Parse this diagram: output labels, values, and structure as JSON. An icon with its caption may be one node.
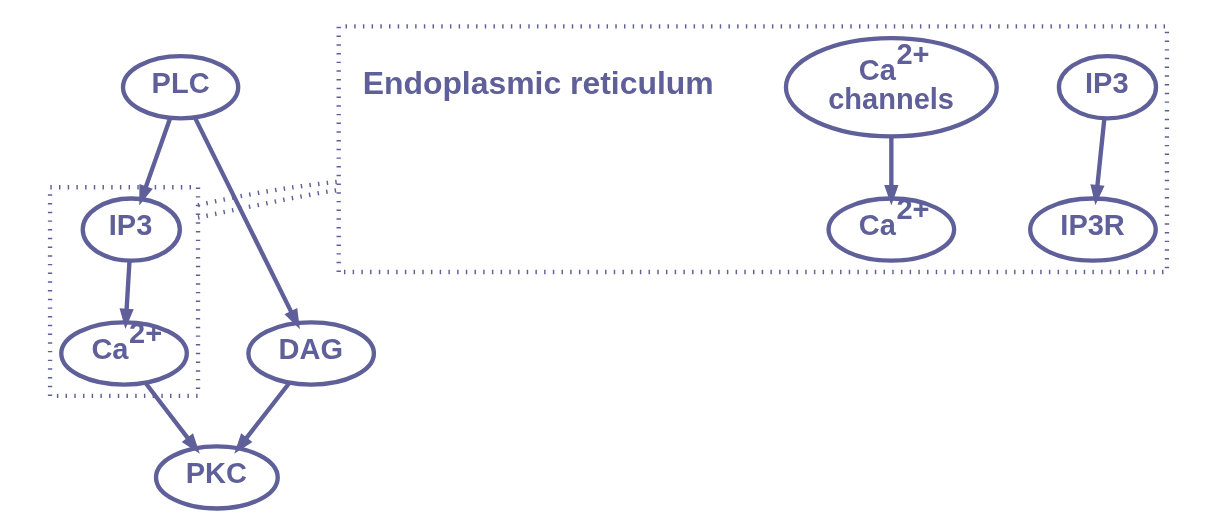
{
  "diagram": {
    "nodes": [
      {
        "text": [
          "PLC"
        ]
      },
      {
        "text": [
          "DAG"
        ]
      },
      {
        "text": [],
        "shape": "box"
      },
      {
        "text": [
          "IP3"
        ],
        "in": 2
      },
      {
        "text": [
          "PKC"
        ]
      },
      {
        "text": [
          "Ca$^{2+}$"
        ],
        "in": 2
      },
      {
        "text": [],
        "shape": "box"
      },
      {
        "text": [
          "IP3"
        ],
        "in": 6
      },
      {
        "text": [
          "IP3R"
        ],
        "in": 6
      },
      {
        "text": [
          "Ca$^{2+}$ channels"
        ],
        "in": 6
      },
      {
        "text": [
          "Ca$^{2+}$"
        ],
        "in": 6
      }
    ],
    "edges": [
      {
        "from": 0,
        "to": 1,
        "arrow": "to"
      },
      {
        "from": 0,
        "to": 3,
        "arrow": "to"
      },
      {
        "from": 1,
        "to": 4,
        "arrow": "to"
      },
      {
        "from": 3,
        "to": 5,
        "arrow": "to"
      },
      {
        "from": 5,
        "to": 4,
        "arrow": "to"
      },
      {
        "from": 2,
        "to": 6,
        "arrow": "none",
        "style": "dashed"
      },
      {
        "from": 2,
        "to": 6,
        "arrow": "none",
        "style": "dashed"
      },
      {
        "from": 7,
        "to": 8,
        "arrow": "to"
      },
      {
        "from": 9,
        "to": 10,
        "arrow": "to"
      }
    ],
    "labels": [
      "Endoplasmic reticulum"
    ]
  }
}
